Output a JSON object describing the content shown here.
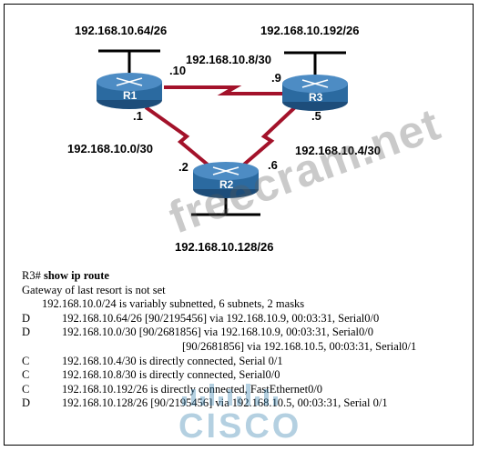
{
  "diagram": {
    "networks": {
      "r1_lan": "192.168.10.64/26",
      "r3_lan": "192.168.10.192/26",
      "r1_r3_link": "192.168.10.8/30",
      "r1_r2_link": "192.168.10.0/30",
      "r3_r2_link": "192.168.10.4/30",
      "r2_lan": "192.168.10.128/26"
    },
    "routers": [
      {
        "name": "R1"
      },
      {
        "name": "R2"
      },
      {
        "name": "R3"
      }
    ],
    "interfaces": {
      "r1_to_r3": ".10",
      "r3_to_r1": ".9",
      "r1_to_r2": ".1",
      "r2_to_r1": ".2",
      "r3_to_r2": ".5",
      "r2_to_r3": ".6"
    },
    "colors": {
      "router": "#2b6aa0",
      "serial_link": "#a3122a",
      "lan": "#000000"
    }
  },
  "console": {
    "prompt": "R3#",
    "command": "show ip route",
    "gateway_line": "Gateway of last resort is not set",
    "subnet_line": "192.168.10.0/24 is variably subnetted, 6 subnets, 2 masks",
    "routes": [
      {
        "code": "D",
        "text": "192.168.10.64/26 [90/2195456] via 192.168.10.9, 00:03:31, Serial0/0"
      },
      {
        "code": "D",
        "text": "192.168.10.0/30 [90/2681856] via 192.168.10.9, 00:03:31, Serial0/0"
      },
      {
        "code": "",
        "text": "[90/2681856] via 192.168.10.5, 00:03:31, Serial0/1"
      },
      {
        "code": "C",
        "text": "192.168.10.4/30 is directly connected, Serial 0/1"
      },
      {
        "code": "C",
        "text": "192.168.10.8/30 is directly connected, Serial0/0"
      },
      {
        "code": "C",
        "text": "192.168.10.192/26 is directly connected, FastEthernet0/0"
      },
      {
        "code": "D",
        "text": "192.168.10.128/26 [90/2195456] via 192.168.10.5, 00:03:31, Serial 0/1"
      }
    ]
  },
  "watermark": {
    "text": "freecram.net",
    "logo": "cisco"
  }
}
